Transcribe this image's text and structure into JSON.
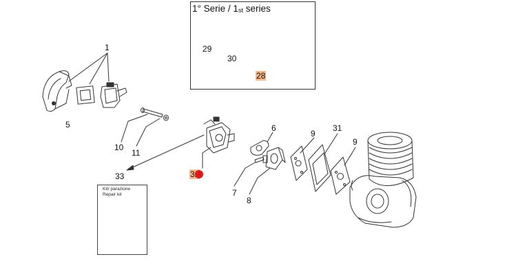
{
  "inset": {
    "title_main": "1° Serie / 1",
    "title_sub": "st",
    "title_end": " series"
  },
  "kit": {
    "line1": "Kitr parazione",
    "line2": "Repair kit"
  },
  "callouts": {
    "c1": "1",
    "c5": "5",
    "c10": "10",
    "c11": "11",
    "c6": "6",
    "c7": "7",
    "c8": "8",
    "c9a": "9",
    "c9b": "9",
    "c31": "31",
    "c29": "29",
    "c30": "30",
    "c28": "28",
    "c32": "32",
    "c33": "33"
  },
  "colors": {
    "highlight": "#f6b888",
    "hotspot": "#e0161a",
    "line": "#333333"
  }
}
